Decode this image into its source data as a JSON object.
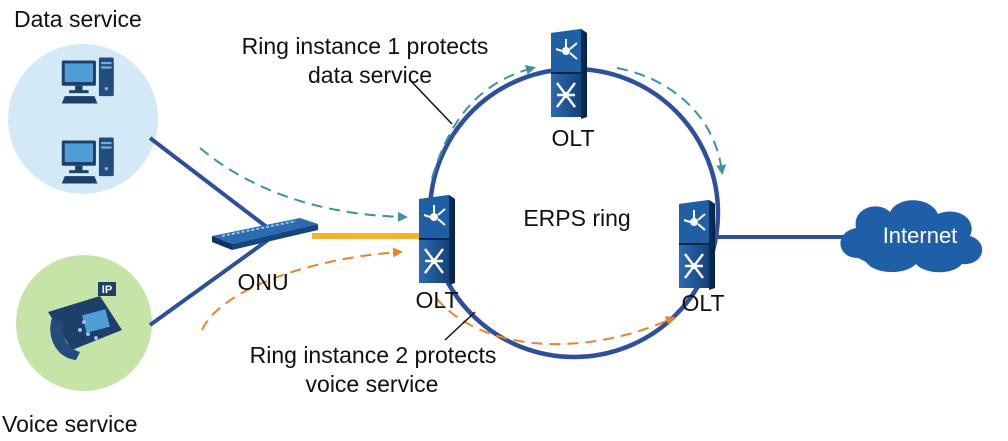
{
  "labels": {
    "data_service": "Data service",
    "voice_service": "Voice service",
    "ring_instance_1_line1": "Ring instance 1 protects",
    "ring_instance_1_line2": "data service",
    "ring_instance_2_line1": "Ring instance 2 protects",
    "ring_instance_2_line2": "voice service",
    "erps_ring": "ERPS ring",
    "onu": "ONU",
    "olt_top": "OLT",
    "olt_left": "OLT",
    "olt_right": "OLT",
    "internet": "Internet",
    "phone_badge": "IP"
  },
  "colors": {
    "ring_line": "#2e4f9a",
    "device_blue": "#1c4f8f",
    "data_arrow": "#3d92a6",
    "voice_arrow": "#e8842b",
    "onu_link": "#f0b62b",
    "data_circle": "#d3e9f8",
    "voice_circle": "#c6e3a8",
    "cloud": "#1f5fa8"
  },
  "icons": {
    "pc": "desktop-computer-icon",
    "phone": "ip-phone-icon",
    "olt": "olt-switch-icon",
    "onu": "onu-device-icon",
    "cloud": "internet-cloud-icon"
  }
}
